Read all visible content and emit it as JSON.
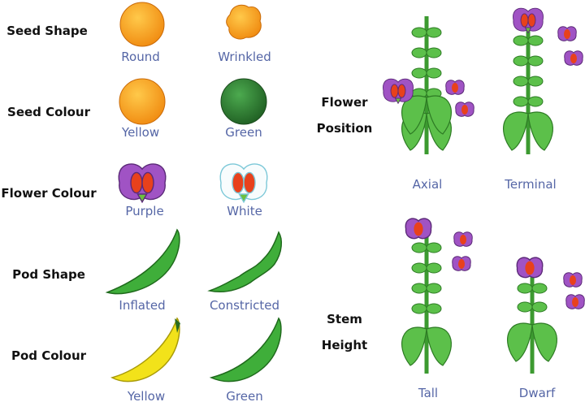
{
  "traits": {
    "seed_shape": {
      "label": "Seed Shape",
      "options": [
        "Round",
        "Wrinkled"
      ]
    },
    "seed_colour": {
      "label": "Seed Colour",
      "options": [
        "Yellow",
        "Green"
      ]
    },
    "flower_colour": {
      "label": "Flower Colour",
      "options": [
        "Purple",
        "White"
      ]
    },
    "pod_shape": {
      "label": "Pod Shape",
      "options": [
        "Inflated",
        "Constricted"
      ]
    },
    "pod_colour": {
      "label": "Pod Colour",
      "options": [
        "Yellow",
        "Green"
      ]
    },
    "flower_position": {
      "label_line1": "Flower",
      "label_line2": "Position",
      "options": [
        "Axial",
        "Terminal"
      ]
    },
    "stem_height": {
      "label_line1": "Stem",
      "label_line2": "Height",
      "options": [
        "Tall",
        "Dwarf"
      ]
    }
  },
  "colors": {
    "label": "#5566a6",
    "orange": "#f7a21b",
    "green_seed": "#2f7d32",
    "purple": "#9b4fc0",
    "pod_green": "#3fae3a",
    "pod_yellow": "#f2e21a",
    "leaf": "#5cc04a"
  }
}
